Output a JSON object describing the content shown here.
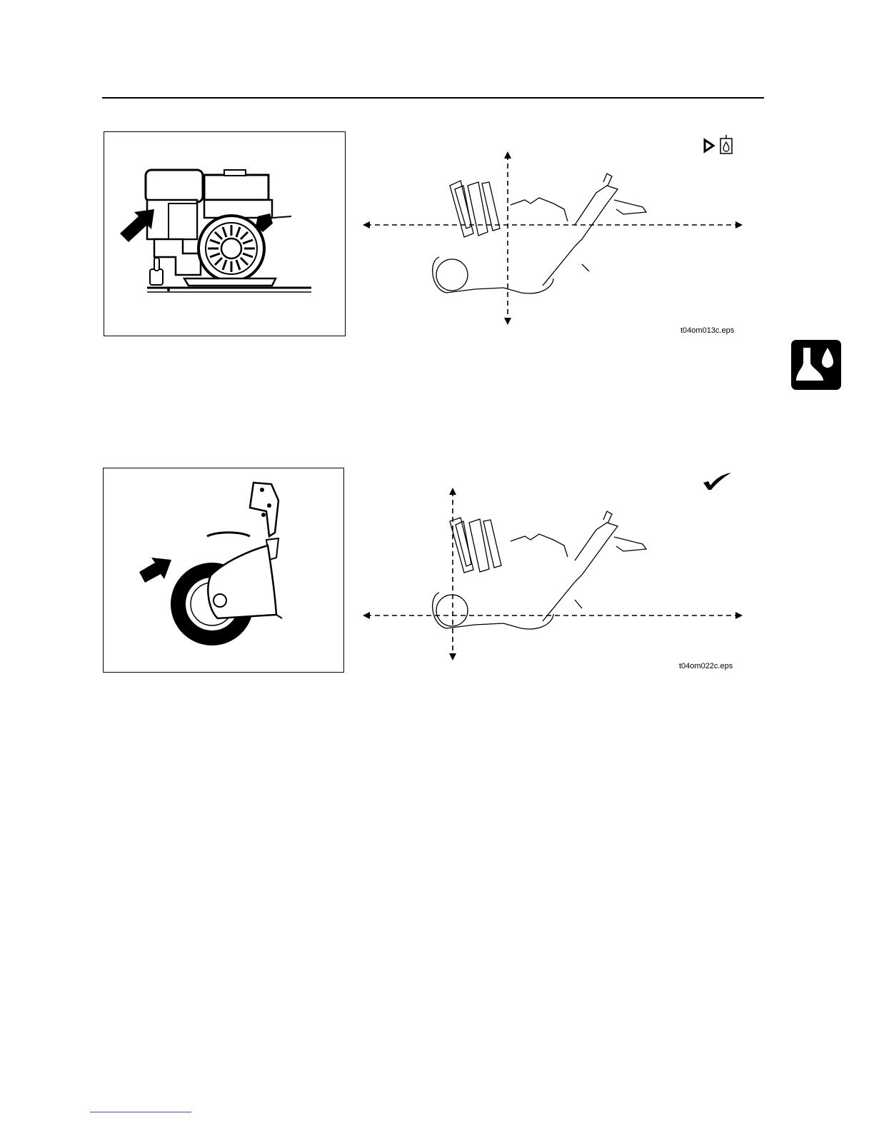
{
  "figures": [
    {
      "id": "fig1",
      "caption": "t04om013c.eps",
      "corner_icon": "fuel-service-icon",
      "photo_subject": "engine-oil-fill-icon"
    },
    {
      "id": "fig2",
      "caption": "t04om022c.eps",
      "corner_icon": "check-mark-icon",
      "photo_subject": "wheel-icon"
    }
  ],
  "side_tab": {
    "icon": "maintenance-lubrication-icon",
    "color": "#000000"
  },
  "colors": {
    "line": "#000000",
    "background": "#ffffff",
    "footer_line": "#3355cc"
  }
}
